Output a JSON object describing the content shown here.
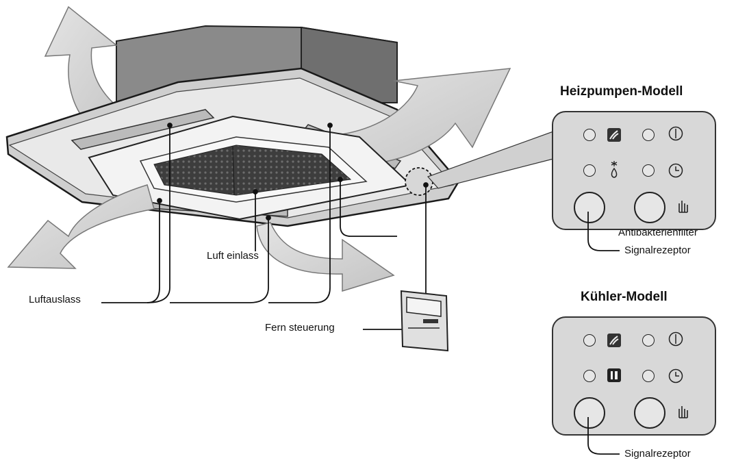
{
  "labels": {
    "luft_einlass": "Luft einlass",
    "luftauslass": "Luftauslass",
    "fern_steuerung": "Fern steuerung",
    "antibakterienfilter": "Antibakterienfilter"
  },
  "heat_pump_panel": {
    "title": "Heizpumpen-Modell",
    "signal_label": "Signalrezeptor"
  },
  "cooler_panel": {
    "title": "Kühler-Modell",
    "signal_label": "Signalrezeptor"
  }
}
